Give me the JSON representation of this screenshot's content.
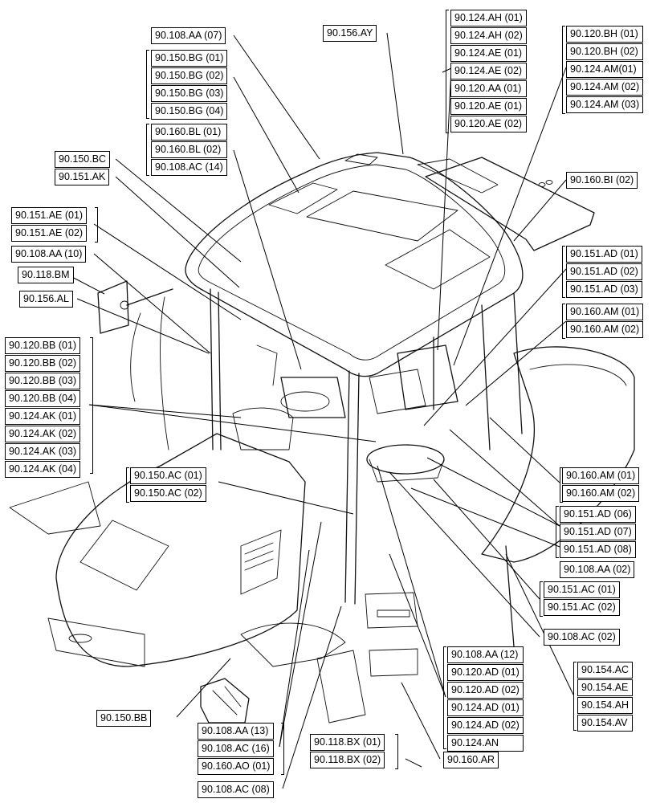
{
  "labels": {
    "l01": "90.108.AA (07)",
    "l02": "90.150.BG (01)",
    "l03": "90.150.BG (02)",
    "l04": "90.150.BG (03)",
    "l05": "90.150.BG (04)",
    "l06": "90.160.BL (01)",
    "l07": "90.160.BL (02)",
    "l08": "90.108.AC (14)",
    "l09": "90.150.BC",
    "l10": "90.151.AK",
    "l11": "90.151.AE (01)",
    "l12": "90.151.AE (02)",
    "l13": "90.108.AA (10)",
    "l14": "90.118.BM",
    "l15": "90.156.AL",
    "l16": "90.120.BB (01)",
    "l17": "90.120.BB (02)",
    "l18": "90.120.BB (03)",
    "l19": "90.120.BB (04)",
    "l20": "90.124.AK (01)",
    "l21": "90.124.AK (02)",
    "l22": "90.124.AK (03)",
    "l23": "90.124.AK (04)",
    "l24": "90.156.AY",
    "l25": "90.124.AH (01)",
    "l26": "90.124.AH (02)",
    "l27": "90.124.AE (01)",
    "l28": "90.124.AE (02)",
    "l29": "90.120.AA (01)",
    "l30": "90.120.AE (01)",
    "l31": "90.120.AE (02)",
    "l32": "90.120.BH (01)",
    "l33": "90.120.BH (02)",
    "l34": "90.124.AM(01)",
    "l35": "90.124.AM (02)",
    "l36": "90.124.AM (03)",
    "l37": "90.160.BI (02)",
    "l38": "90.151.AD (01)",
    "l39": "90.151.AD (02)",
    "l40": "90.151.AD (03)",
    "l41": "90.160.AM (01)",
    "l42": "90.160.AM (02)",
    "l43": "90.150.AC (01)",
    "l44": "90.150.AC (02)",
    "l45": "90.160.AM (01)",
    "l46": "90.160.AM (02)",
    "l47": "90.151.AD (06)",
    "l48": "90.151.AD (07)",
    "l49": "90.151.AD (08)",
    "l50": "90.108.AA (02)",
    "l51": "90.151.AC (01)",
    "l52": "90.151.AC (02)",
    "l53": "90.108.AC (02)",
    "l54": "90.154.AC",
    "l55": "90.154.AE",
    "l56": "90.154.AH",
    "l57": "90.154.AV",
    "l58": "90.108.AA (12)",
    "l59": "90.120.AD (01)",
    "l60": "90.120.AD (02)",
    "l61": "90.124.AD (01)",
    "l62": "90.124.AD (02)",
    "l63": "90.124.AN",
    "l64": "90.160.AR",
    "l65": "90.118.BX (01)",
    "l66": "90.118.BX (02)",
    "l67": "90.150.BB",
    "l68": "90.108.AA (13)",
    "l69": "90.108.AC (16)",
    "l70": "90.160.AO (01)",
    "l71": "90.108.AC (08)"
  }
}
